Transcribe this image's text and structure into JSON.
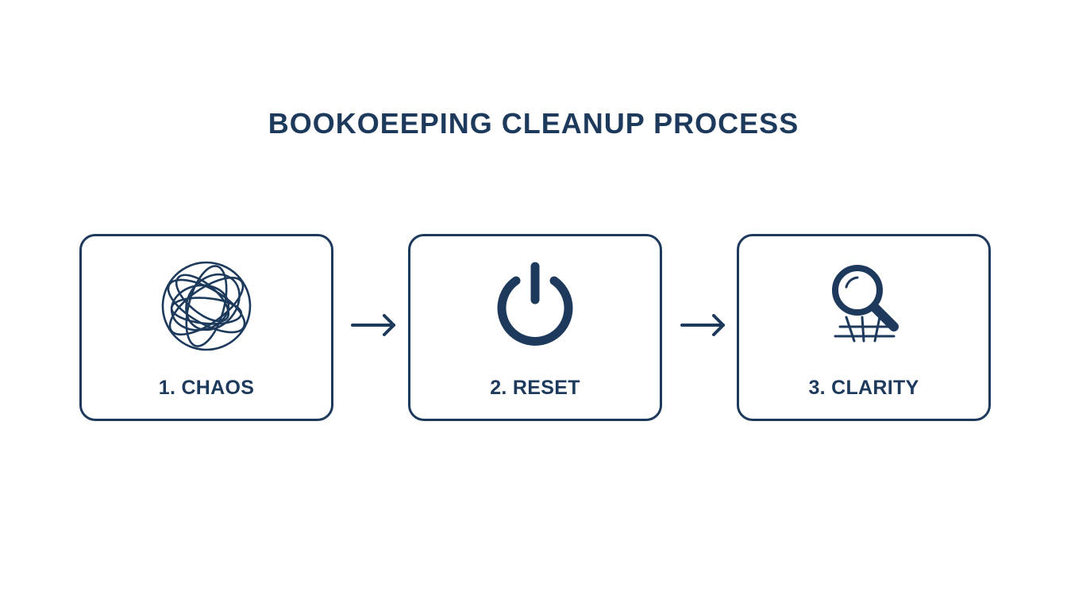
{
  "title": "BOOKOEEPING CLEANUP PROCESS",
  "colors": {
    "accent": "#1d3a5c",
    "background": "#ffffff"
  },
  "steps": [
    {
      "label": "1. CHAOS",
      "icon": "tangled-sphere-icon"
    },
    {
      "label": "2. RESET",
      "icon": "power-icon"
    },
    {
      "label": "3. CLARITY",
      "icon": "magnifier-icon"
    }
  ],
  "connectors": [
    {
      "icon": "arrow-right-icon"
    },
    {
      "icon": "arrow-right-icon"
    }
  ]
}
